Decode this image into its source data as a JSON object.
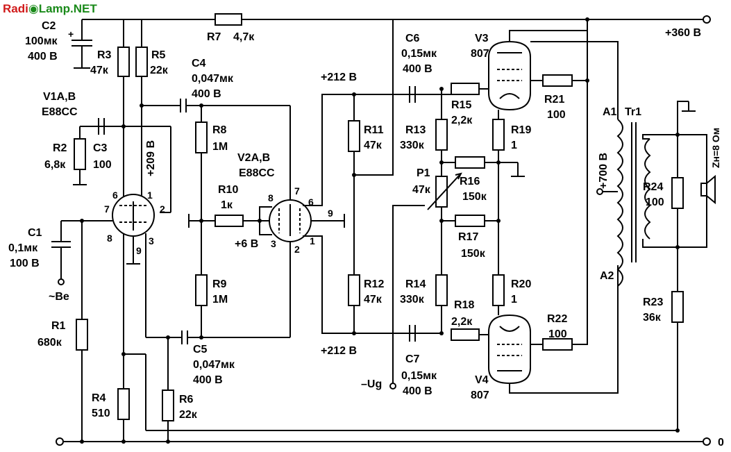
{
  "logo": {
    "part1": "Radi",
    "part2": "Lamp",
    "part3": ".NET",
    "brand_color": "#d01a1a",
    "accent_color": "#1a8a1a"
  },
  "rails": {
    "hv": "+360 В",
    "ground": "0",
    "b212_top": "+212 В",
    "b212_bot": "+212 В",
    "v209": "+209 В",
    "v6": "+6 В",
    "v700": "+700 В",
    "ug": "–Ug",
    "input": "~Bе"
  },
  "components": {
    "C2": {
      "name": "C2",
      "value": "100мк",
      "rating": "400 В"
    },
    "R7": {
      "name": "R7",
      "value": "4,7к"
    },
    "R3": {
      "name": "R3",
      "value": "47к"
    },
    "R5": {
      "name": "R5",
      "value": "22к"
    },
    "C4": {
      "name": "C4",
      "value": "0,047мк",
      "rating": "400 В"
    },
    "V1": {
      "name": "V1A,B",
      "type": "E88CC"
    },
    "R2": {
      "name": "R2",
      "value": "6,8к"
    },
    "C3": {
      "name": "C3",
      "value": "100"
    },
    "R8": {
      "name": "R8",
      "value": "1М"
    },
    "R10": {
      "name": "R10",
      "value": "1к"
    },
    "V2": {
      "name": "V2A,B",
      "type": "E88CC"
    },
    "C1": {
      "name": "C1",
      "value": "0,1мк",
      "rating": "100 В"
    },
    "R9": {
      "name": "R9",
      "value": "1М"
    },
    "C5": {
      "name": "C5",
      "value": "0,047мк",
      "rating": "400 В"
    },
    "R1": {
      "name": "R1",
      "value": "680к"
    },
    "R4": {
      "name": "R4",
      "value": "510"
    },
    "R6": {
      "name": "R6",
      "value": "22к"
    },
    "C6": {
      "name": "C6",
      "value": "0,15мк",
      "rating": "400 В"
    },
    "R11": {
      "name": "R11",
      "value": "47к"
    },
    "R12": {
      "name": "R12",
      "value": "47к"
    },
    "R13": {
      "name": "R13",
      "value": "330к"
    },
    "R14": {
      "name": "R14",
      "value": "330к"
    },
    "R15": {
      "name": "R15",
      "value": "2,2к"
    },
    "R16": {
      "name": "R16",
      "value": "150к"
    },
    "R17": {
      "name": "R17",
      "value": "150к"
    },
    "R18": {
      "name": "R18",
      "value": "2,2к"
    },
    "P1": {
      "name": "P1",
      "value": "47к"
    },
    "C7": {
      "name": "C7",
      "value": "0,15мк",
      "rating": "400 В"
    },
    "V3": {
      "name": "V3",
      "type": "807"
    },
    "V4": {
      "name": "V4",
      "type": "807"
    },
    "R19": {
      "name": "R19",
      "value": "1"
    },
    "R20": {
      "name": "R20",
      "value": "1"
    },
    "R21": {
      "name": "R21",
      "value": "100"
    },
    "R22": {
      "name": "R22",
      "value": "100"
    },
    "Tr1": {
      "name": "Tr1",
      "a1": "A1",
      "a2": "A2"
    },
    "R24": {
      "name": "R24",
      "value": "100"
    },
    "R23": {
      "name": "R23",
      "value": "36к"
    },
    "SPK": {
      "label": "Zн=8 Ом"
    }
  },
  "pins": {
    "p6": "6",
    "p7": "7",
    "p1": "1",
    "p2": "2",
    "p8": "8",
    "p9": "9",
    "p3": "3",
    "v2p8": "8",
    "v2p7": "7",
    "v2p6": "6",
    "v2p9": "9",
    "v2p3": "3",
    "v2p2": "2",
    "v2p1": "1"
  }
}
